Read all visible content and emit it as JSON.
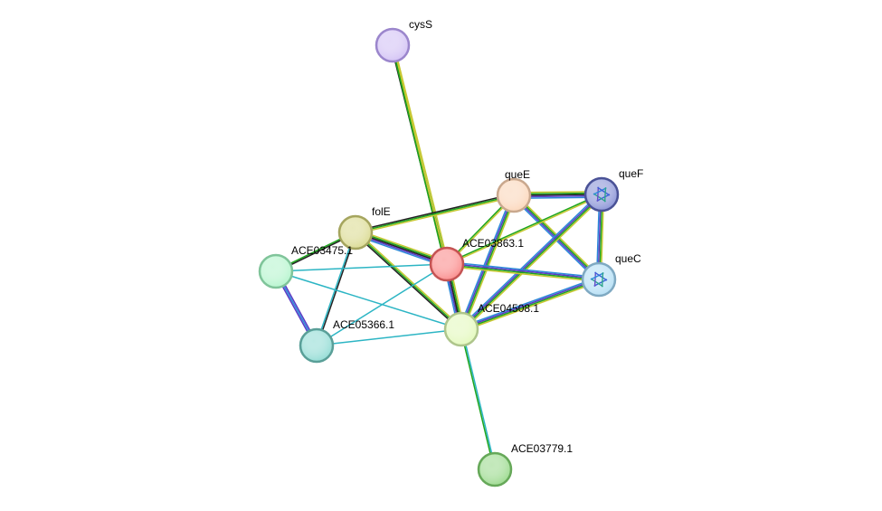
{
  "network": {
    "nodes": [
      {
        "id": "cysS",
        "label": "cysS",
        "fill": "#d4c4f5",
        "stroke": "#9b86cc",
        "structure": false
      },
      {
        "id": "queE",
        "label": "queE",
        "fill": "#fbd8bd",
        "stroke": "#c9a88e",
        "structure": false
      },
      {
        "id": "queF",
        "label": "queF",
        "fill": "#8f98d8",
        "stroke": "#4a5296",
        "structure": true
      },
      {
        "id": "folE",
        "label": "folE",
        "fill": "#dcdc96",
        "stroke": "#a5a55f",
        "structure": false
      },
      {
        "id": "ACE03863.1",
        "label": "ACE03863.1",
        "fill": "#fa8f8f",
        "stroke": "#c45454",
        "structure": false
      },
      {
        "id": "ACE03475.1",
        "label": "ACE03475.1",
        "fill": "#b8f5cf",
        "stroke": "#80c49a",
        "structure": false
      },
      {
        "id": "queC",
        "label": "queC",
        "fill": "#b8e0f5",
        "stroke": "#7fa9c2",
        "structure": true
      },
      {
        "id": "ACE04508.1",
        "label": "ACE04508.1",
        "fill": "#e4f9bf",
        "stroke": "#aec58c",
        "structure": false
      },
      {
        "id": "ACE05366.1",
        "label": "ACE05366.1",
        "fill": "#96ddd6",
        "stroke": "#5a9f98",
        "structure": false
      },
      {
        "id": "ACE03779.1",
        "label": "ACE03779.1",
        "fill": "#9fdb92",
        "stroke": "#66a859",
        "structure": false
      }
    ],
    "edges": [
      {
        "source": "cysS",
        "target": "ACE03863.1",
        "colors": [
          "#c8c832",
          "#1ea51e",
          "#222222"
        ]
      },
      {
        "source": "cysS",
        "target": "ACE04508.1",
        "colors": [
          "#c8c832",
          "#1ea51e"
        ]
      },
      {
        "source": "queE",
        "target": "queF",
        "colors": [
          "#c8c832",
          "#1ea51e",
          "#222222",
          "#5b3ac4",
          "#2c89d9"
        ]
      },
      {
        "source": "queE",
        "target": "queC",
        "colors": [
          "#c8c832",
          "#1ea51e",
          "#5b3ac4",
          "#2c89d9"
        ]
      },
      {
        "source": "queE",
        "target": "ACE03863.1",
        "colors": [
          "#c8c832",
          "#1ea51e"
        ]
      },
      {
        "source": "queE",
        "target": "ACE04508.1",
        "colors": [
          "#c8c832",
          "#1ea51e",
          "#5b3ac4",
          "#2c89d9"
        ]
      },
      {
        "source": "queE",
        "target": "folE",
        "colors": [
          "#c8c832",
          "#1ea51e",
          "#222222"
        ]
      },
      {
        "source": "queF",
        "target": "queC",
        "colors": [
          "#c8c832",
          "#1ea51e",
          "#5b3ac4",
          "#2c89d9"
        ]
      },
      {
        "source": "queF",
        "target": "ACE03863.1",
        "colors": [
          "#c8c832",
          "#1ea51e"
        ]
      },
      {
        "source": "queF",
        "target": "ACE04508.1",
        "colors": [
          "#c8c832",
          "#1ea51e",
          "#5b3ac4",
          "#2c89d9"
        ]
      },
      {
        "source": "queC",
        "target": "ACE03863.1",
        "colors": [
          "#c8c832",
          "#1ea51e",
          "#5b3ac4",
          "#2c89d9"
        ]
      },
      {
        "source": "queC",
        "target": "ACE04508.1",
        "colors": [
          "#c8c832",
          "#1ea51e",
          "#5b3ac4",
          "#2c89d9"
        ]
      },
      {
        "source": "folE",
        "target": "ACE03863.1",
        "colors": [
          "#c8c832",
          "#1ea51e",
          "#222222",
          "#5b3ac4",
          "#2c89d9"
        ]
      },
      {
        "source": "folE",
        "target": "ACE04508.1",
        "colors": [
          "#c8c832",
          "#1ea51e",
          "#222222"
        ]
      },
      {
        "source": "folE",
        "target": "ACE03475.1",
        "colors": [
          "#222222",
          "#1ea51e"
        ]
      },
      {
        "source": "folE",
        "target": "ACE05366.1",
        "colors": [
          "#222222",
          "#2cb5c4"
        ]
      },
      {
        "source": "ACE03863.1",
        "target": "ACE04508.1",
        "colors": [
          "#c8c832",
          "#1ea51e",
          "#222222",
          "#5b3ac4",
          "#2c89d9"
        ]
      },
      {
        "source": "ACE03863.1",
        "target": "ACE03475.1",
        "colors": [
          "#2cb5c4"
        ]
      },
      {
        "source": "ACE03863.1",
        "target": "ACE05366.1",
        "colors": [
          "#2cb5c4"
        ]
      },
      {
        "source": "ACE03475.1",
        "target": "ACE05366.1",
        "colors": [
          "#5b3ac4",
          "#2c89d9",
          "#5b3ac4"
        ]
      },
      {
        "source": "ACE03475.1",
        "target": "ACE04508.1",
        "colors": [
          "#2cb5c4"
        ]
      },
      {
        "source": "ACE05366.1",
        "target": "ACE04508.1",
        "colors": [
          "#2cb5c4"
        ]
      },
      {
        "source": "ACE04508.1",
        "target": "ACE03779.1",
        "colors": [
          "#2cb5c4",
          "#1ea51e"
        ]
      }
    ]
  }
}
